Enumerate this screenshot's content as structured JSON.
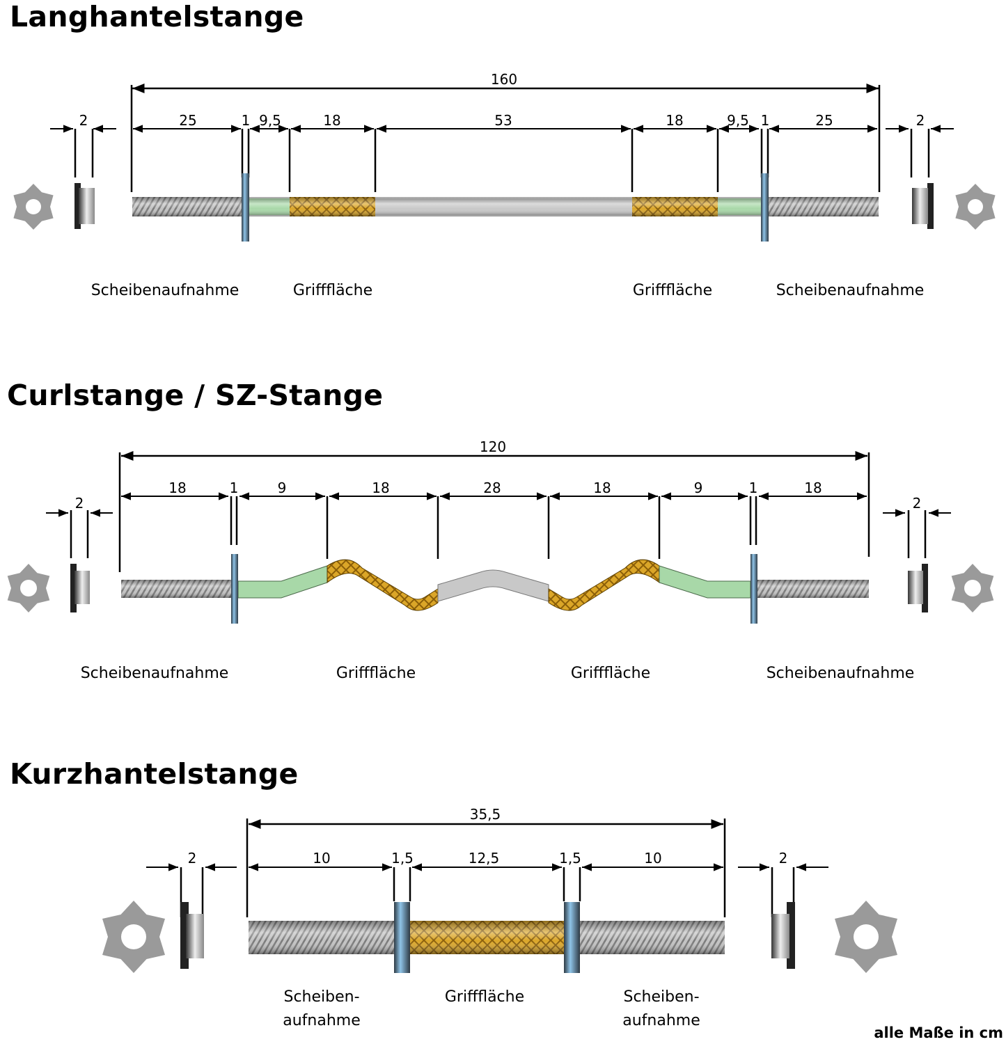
{
  "sections": [
    {
      "title": "Langhantelstange",
      "total": "160",
      "segments": [
        "25",
        "1",
        "9,5",
        "18",
        "53",
        "18",
        "9,5",
        "1",
        "25"
      ],
      "collar_width": "2",
      "labels": [
        "Scheibenaufnahme",
        "Grifffläche",
        "Grifffläche",
        "Scheibenaufnahme"
      ]
    },
    {
      "title": "Curlstange / SZ-Stange",
      "total": "120",
      "segments": [
        "18",
        "1",
        "9",
        "18",
        "28",
        "18",
        "9",
        "1",
        "18"
      ],
      "collar_width": "2",
      "labels": [
        "Scheibenaufnahme",
        "Grifffläche",
        "Grifffläche",
        "Scheibenaufnahme"
      ]
    },
    {
      "title": "Kurzhantelstange",
      "total": "35,5",
      "segments": [
        "10",
        "1,5",
        "12,5",
        "1,5",
        "10"
      ],
      "collar_width": "2",
      "labels": [
        [
          "Scheiben-",
          "aufnahme"
        ],
        "Grifffläche",
        [
          "Scheiben-",
          "aufnahme"
        ]
      ]
    }
  ],
  "footnote": "alle Maße in cm",
  "colors": {
    "sleeve": "#b8b8b8",
    "grip": "#d9a520",
    "smooth": "#a8d8a8",
    "plain": "#c8c8c8",
    "collar": "#7ab0d8",
    "star": "#9a9a9a"
  }
}
